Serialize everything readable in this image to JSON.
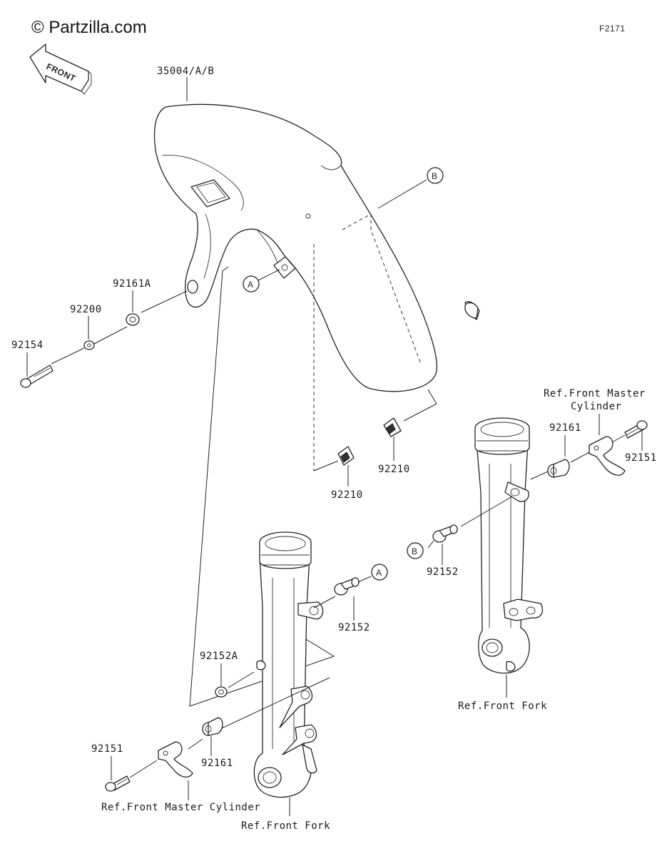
{
  "header": {
    "brand": "© Partzilla.com",
    "figure_code": "F2171",
    "front_arrow_text": "FRONT"
  },
  "callouts": {
    "a": "A",
    "b": "B"
  },
  "parts": {
    "fender": "35004/A/B",
    "collar_left_upper": "92161A",
    "washer": "92200",
    "bolt_upper": "92154",
    "clip_left": "92210",
    "clip_right": "92210",
    "bushing_a": "92152",
    "bushing_b": "92152",
    "bushing_lower": "92152A",
    "collar_right": "92161",
    "collar_left_lower": "92161",
    "bolt_right": "92151",
    "bolt_left": "92151"
  },
  "references": {
    "master_cylinder_right_line1": "Ref.Front Master",
    "master_cylinder_right_line2": "Cylinder",
    "fork_right": "Ref.Front Fork",
    "master_cylinder_left": "Ref.Front Master Cylinder",
    "fork_left": "Ref.Front Fork"
  }
}
